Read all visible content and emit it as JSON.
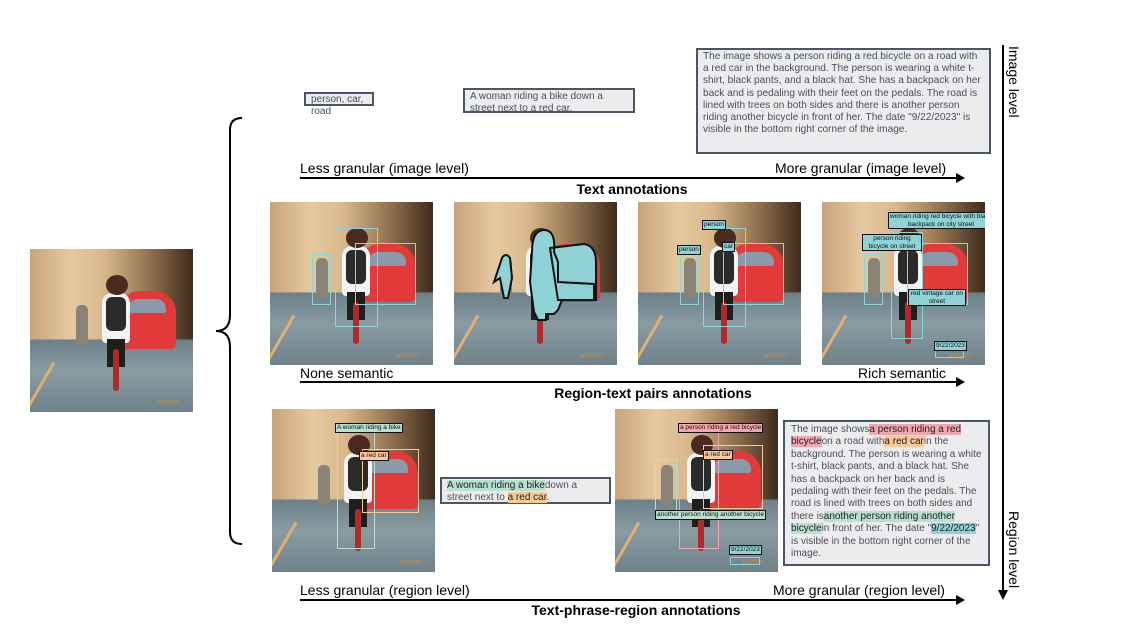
{
  "colors": {
    "box_border": "#4a5566",
    "box_fill": "#ececee",
    "region_box": "#8fd3d6",
    "highlight_red": "#f2a7b0",
    "highlight_orange": "#f8c999",
    "highlight_green": "#b6e0cf",
    "highlight_teal": "#8fd3d6"
  },
  "side_axis": {
    "top_label": "Image level",
    "bottom_label": "Region level"
  },
  "text_annotations": {
    "tags": "person, car, road",
    "short_caption": "A woman riding a bike down a street next to a red car.",
    "long_caption": "The image shows a person riding a red bicycle on a road with a red car in the background. The person is wearing a white t-shirt, black pants, and a black hat. She has a backpack on her back and is pedaling with their feet on the pedals. The road is lined with trees on both sides and there is another person riding another bicycle in front of her. The date \"9/22/2023\" is visible in the bottom right corner of the image.",
    "axis_left": "Less granular (image level)",
    "axis_right": "More granular (image level)",
    "title": "Text annotations"
  },
  "region_text": {
    "panel3_labels": [
      "person",
      "person",
      "car"
    ],
    "panel4_labels": [
      "woman riding red bicycle with black backpack on city street",
      "person riding bicycle on street",
      "red vintage car on street",
      "9/22/2023"
    ],
    "axis_left": "None semantic",
    "axis_right": "Rich semantic",
    "title": "Region-text pairs annotations"
  },
  "phrase_region": {
    "left_labels": [
      "A woman riding a bike",
      "a red car"
    ],
    "short_caption": [
      {
        "text": "A woman riding a bike",
        "hl": "green"
      },
      {
        "text": "down a street next to ",
        "hl": ""
      },
      {
        "text": "a red car",
        "hl": "orange"
      },
      {
        "text": ".",
        "hl": ""
      }
    ],
    "right_labels": [
      "a person riding a red bicycle",
      "a red car",
      "another person riding another bicycle",
      "9/22/2023"
    ],
    "long_caption": [
      {
        "text": "The image shows",
        "hl": ""
      },
      {
        "text": "a person riding a red bicycle",
        "hl": "red"
      },
      {
        "text": "on a road with",
        "hl": ""
      },
      {
        "text": "a red car",
        "hl": "orange"
      },
      {
        "text": "in the background. The person is wearing a white t-shirt, black pants, and a black hat. She has a backpack on her back and is pedaling with their feet on the pedals. The road is lined with trees on both sides and there is",
        "hl": ""
      },
      {
        "text": "another person riding another bicycle",
        "hl": "green"
      },
      {
        "text": "in front of her. The date \"",
        "hl": ""
      },
      {
        "text": "9/22/2023",
        "hl": "teal"
      },
      {
        "text": "\" is visible in the bottom right corner of the image.",
        "hl": ""
      }
    ],
    "axis_left": "Less granular (region level)",
    "axis_right": "More granular (region level)",
    "title": "Text-phrase-region annotations"
  },
  "watermark_date": "9/22/2023"
}
